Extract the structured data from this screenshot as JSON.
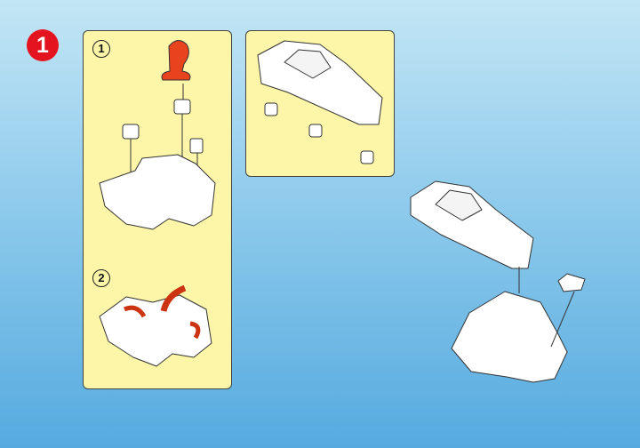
{
  "step": {
    "number": "1"
  },
  "panels": [
    {
      "substeps": [
        "1",
        "2"
      ]
    },
    {}
  ],
  "colors": {
    "badge": "#e3141f",
    "panel": "#fdf6a8",
    "part_red": "#e8431f",
    "rock": "#ffffff"
  }
}
